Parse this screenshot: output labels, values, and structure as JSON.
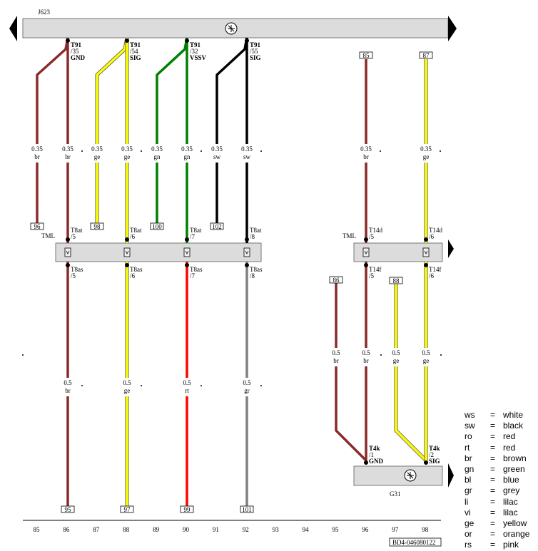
{
  "component_top": "J623",
  "component_bottom": "G31",
  "footer_id": "BD4-046080122",
  "connector_left": "TML",
  "connector_right": "TML",
  "axis_labels": [
    "85",
    "86",
    "87",
    "88",
    "89",
    "90",
    "91",
    "92",
    "93",
    "94",
    "95",
    "96",
    "97",
    "98"
  ],
  "top_pins": [
    {
      "pin": "T91",
      "num": "/35",
      "sig": "GND",
      "color": "#8b2a2a"
    },
    {
      "pin": "T91",
      "num": "/54",
      "sig": "SIG",
      "color": "#ffff00"
    },
    {
      "pin": "T91",
      "num": "/32",
      "sig": "VSSV",
      "color": "#007f00"
    },
    {
      "pin": "T91",
      "num": "/55",
      "sig": "SIG",
      "color": "#000000"
    }
  ],
  "wires_upper": [
    {
      "size": "0.35",
      "code": "br",
      "color": "#8b2a2a",
      "ref": "96"
    },
    {
      "size": "0.35",
      "code": "br",
      "color": "#8b2a2a"
    },
    {
      "size": "0.35",
      "code": "ge",
      "color": "#ffff00",
      "ref": "98"
    },
    {
      "size": "0.35",
      "code": "ge",
      "color": "#ffff00"
    },
    {
      "size": "0.35",
      "code": "gn",
      "color": "#007f00",
      "ref": "100"
    },
    {
      "size": "0.35",
      "code": "gn",
      "color": "#007f00"
    },
    {
      "size": "0.35",
      "code": "sw",
      "color": "#000000",
      "ref": "102"
    },
    {
      "size": "0.35",
      "code": "sw",
      "color": "#000000"
    },
    {
      "size": "0.35",
      "code": "br",
      "color": "#8b2a2a",
      "ref": "85"
    },
    {
      "size": "0.35",
      "code": "ge",
      "color": "#ffff00",
      "ref": "87"
    }
  ],
  "plug_top": [
    {
      "pin": "T8at",
      "num": "/5"
    },
    {
      "pin": "T8at",
      "num": "/6"
    },
    {
      "pin": "T8at",
      "num": "/7"
    },
    {
      "pin": "T8at",
      "num": "/8"
    },
    {
      "pin": "T14d",
      "num": "/5"
    },
    {
      "pin": "T14d",
      "num": "/6"
    }
  ],
  "plug_bottom": [
    {
      "pin": "T8as",
      "num": "/5"
    },
    {
      "pin": "T8as",
      "num": "/6"
    },
    {
      "pin": "T8as",
      "num": "/7"
    },
    {
      "pin": "T8as",
      "num": "/8"
    },
    {
      "pin": "T14f",
      "num": "/5"
    },
    {
      "pin": "T14f",
      "num": "/6"
    }
  ],
  "wires_lower": [
    {
      "size": "0.5",
      "code": "br",
      "color": "#8b2a2a",
      "ref": "95"
    },
    {
      "size": "0.5",
      "code": "ge",
      "color": "#ffff00",
      "ref": "97"
    },
    {
      "size": "0.5",
      "code": "rt",
      "color": "#ff0000",
      "ref": "99"
    },
    {
      "size": "0.5",
      "code": "gr",
      "color": "#808080",
      "ref": "101"
    }
  ],
  "wires_g31": [
    {
      "size": "0.5",
      "code": "br",
      "color": "#8b2a2a",
      "ref": "86"
    },
    {
      "size": "0.5",
      "code": "br",
      "color": "#8b2a2a"
    },
    {
      "size": "0.5",
      "code": "ge",
      "color": "#ffff00",
      "ref": "88"
    },
    {
      "size": "0.5",
      "code": "ge",
      "color": "#ffff00"
    }
  ],
  "g31_pins": [
    {
      "pin": "T4k",
      "num": "/1",
      "sig": "GND"
    },
    {
      "pin": "T4k",
      "num": "/2",
      "sig": "SIG"
    }
  ],
  "legend": [
    {
      "code": "ws",
      "eq": "=",
      "name": "white"
    },
    {
      "code": "sw",
      "eq": "=",
      "name": "black"
    },
    {
      "code": "ro",
      "eq": "=",
      "name": "red"
    },
    {
      "code": "rt",
      "eq": "=",
      "name": "red"
    },
    {
      "code": "br",
      "eq": "=",
      "name": "brown"
    },
    {
      "code": "gn",
      "eq": "=",
      "name": "green"
    },
    {
      "code": "bl",
      "eq": "=",
      "name": "blue"
    },
    {
      "code": "gr",
      "eq": "=",
      "name": "grey"
    },
    {
      "code": "li",
      "eq": "=",
      "name": "lilac"
    },
    {
      "code": "vi",
      "eq": "=",
      "name": "lilac"
    },
    {
      "code": "ge",
      "eq": "=",
      "name": "yellow"
    },
    {
      "code": "or",
      "eq": "=",
      "name": "orange"
    },
    {
      "code": "rs",
      "eq": "=",
      "name": "pink"
    }
  ]
}
